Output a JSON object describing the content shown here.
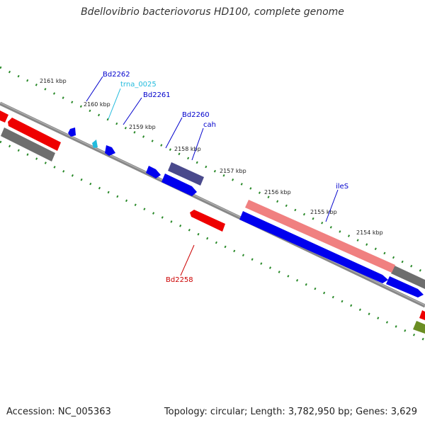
{
  "title": "Bdellovibrio bacteriovorus HD100, complete genome",
  "footer": {
    "accession_text": "Accession: NC_005363",
    "summary_text": "Topology: circular; Length: 3,782,950 bp; Genes: 3,629"
  },
  "colors": {
    "background": "#ffffff",
    "backbone": "#888888",
    "tick": "#2a8a2a",
    "cds_blue": "#0000ee",
    "cds_red": "#ee0000",
    "cds_pink": "#f08080",
    "cds_gray": "#6e6e6e",
    "cds_slate": "#4a4a8c",
    "cds_olive": "#6b8e23",
    "trna_cyan": "#22bbdd",
    "label_blue": "#0000cc",
    "label_cyan": "#22bbdd",
    "label_red": "#cc0000"
  },
  "kbp_labels": [
    "2161 kbp",
    "2160 kbp",
    "2159 kbp",
    "2158 kbp",
    "2157 kbp",
    "2156 kbp",
    "2155 kbp",
    "2154 kbp"
  ],
  "gene_labels": [
    "Bd2262",
    "trna_0025",
    "Bd2261",
    "Bd2260",
    "cah",
    "ileS",
    "Bd2258"
  ]
}
